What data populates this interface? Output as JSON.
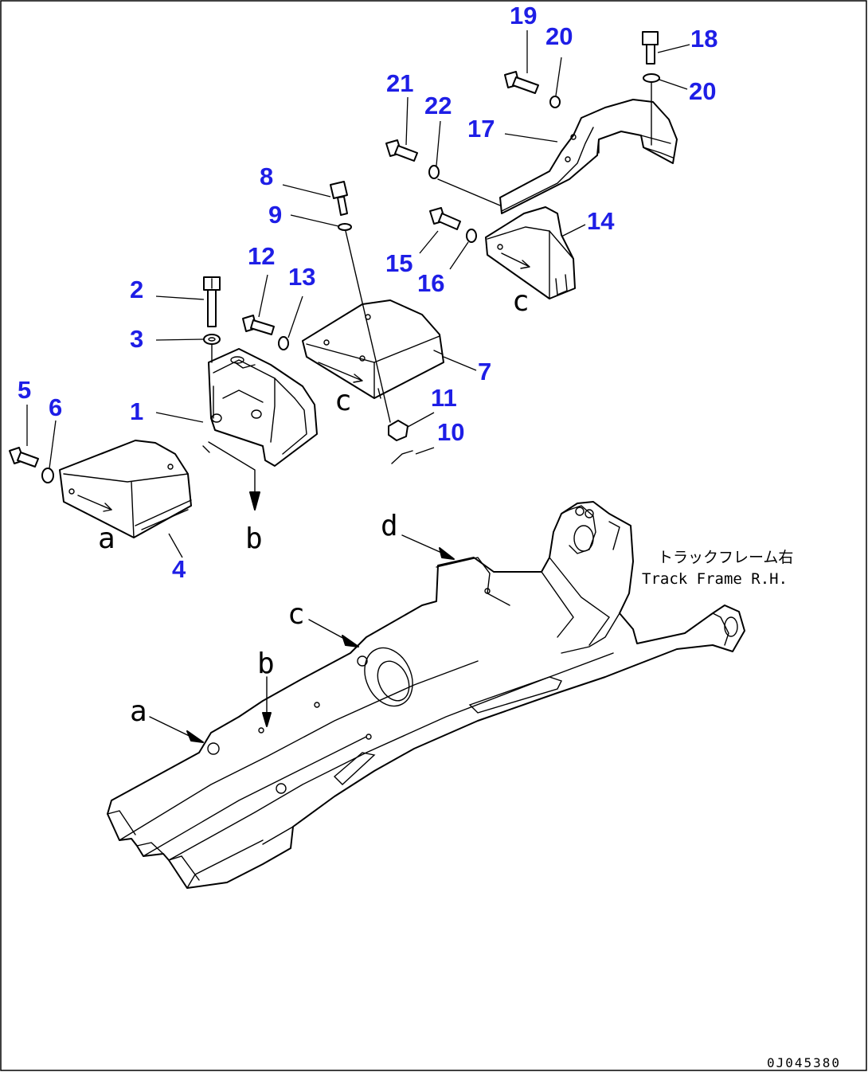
{
  "parts": [
    {
      "id": "p1",
      "label": "1"
    },
    {
      "id": "p2",
      "label": "2"
    },
    {
      "id": "p3",
      "label": "3"
    },
    {
      "id": "p4",
      "label": "4"
    },
    {
      "id": "p5",
      "label": "5"
    },
    {
      "id": "p6",
      "label": "6"
    },
    {
      "id": "p7",
      "label": "7"
    },
    {
      "id": "p8",
      "label": "8"
    },
    {
      "id": "p9",
      "label": "9"
    },
    {
      "id": "p10",
      "label": "10"
    },
    {
      "id": "p11",
      "label": "11"
    },
    {
      "id": "p12",
      "label": "12"
    },
    {
      "id": "p13",
      "label": "13"
    },
    {
      "id": "p14",
      "label": "14"
    },
    {
      "id": "p15",
      "label": "15"
    },
    {
      "id": "p16",
      "label": "16"
    },
    {
      "id": "p17",
      "label": "17"
    },
    {
      "id": "p18",
      "label": "18"
    },
    {
      "id": "p19",
      "label": "19"
    },
    {
      "id": "p20a",
      "label": "20"
    },
    {
      "id": "p20b",
      "label": "20"
    },
    {
      "id": "p21",
      "label": "21"
    },
    {
      "id": "p22",
      "label": "22"
    }
  ],
  "refs": {
    "a": "a",
    "b": "b",
    "c": "c",
    "d": "d"
  },
  "frame_label_jp": "トラックフレーム右",
  "frame_label_en": "Track Frame R.H.",
  "drawing_code": "0J045380",
  "colors": {
    "part_number": "#1e1ee6",
    "line": "#000000"
  }
}
